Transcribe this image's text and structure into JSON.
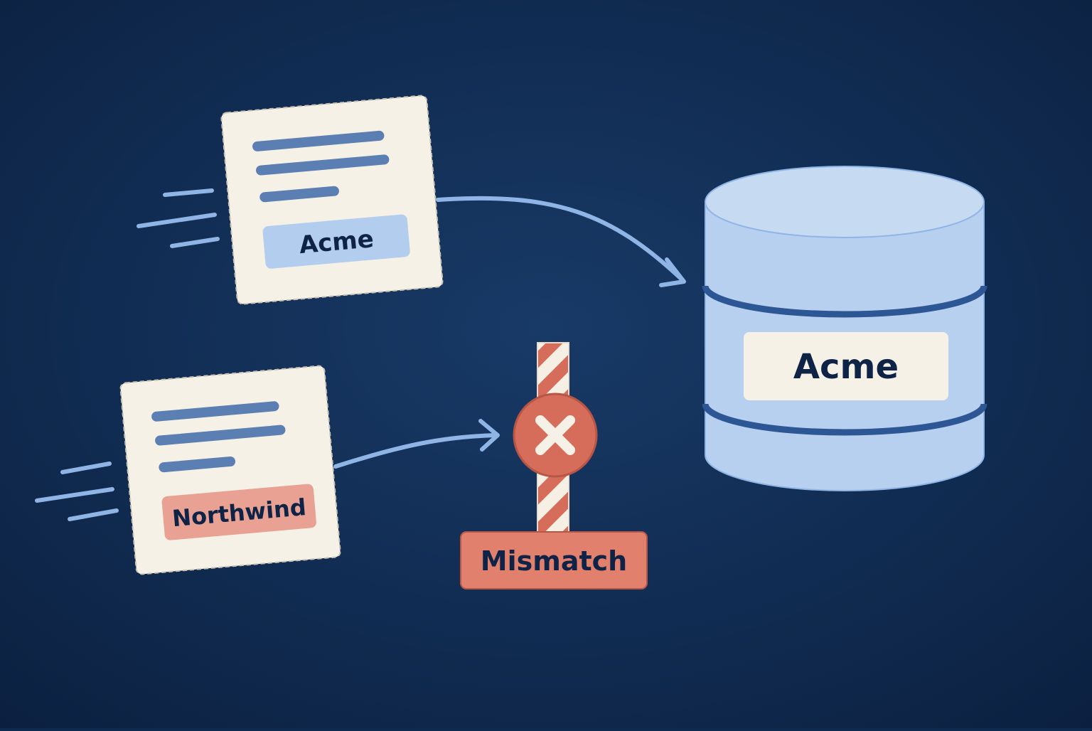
{
  "colors": {
    "background": "#0f2a4f",
    "card": "#f6f1e6",
    "line_blue": "#5b7fb2",
    "accent_blue": "#8fb5e6",
    "tag_blue": "#b3cdee",
    "db_blue": "#b8d0ef",
    "tag_red": "#e8a193",
    "alert_red": "#d66d5b",
    "text_dark": "#0f2346"
  },
  "records": [
    {
      "tag": "Acme",
      "status": "accepted",
      "icon": "document-icon"
    },
    {
      "tag": "Northwind",
      "status": "rejected",
      "icon": "document-icon"
    }
  ],
  "database": {
    "label": "Acme",
    "icon": "database-cylinder-icon"
  },
  "gate": {
    "label": "Mismatch",
    "icon": "x-mark-icon"
  }
}
